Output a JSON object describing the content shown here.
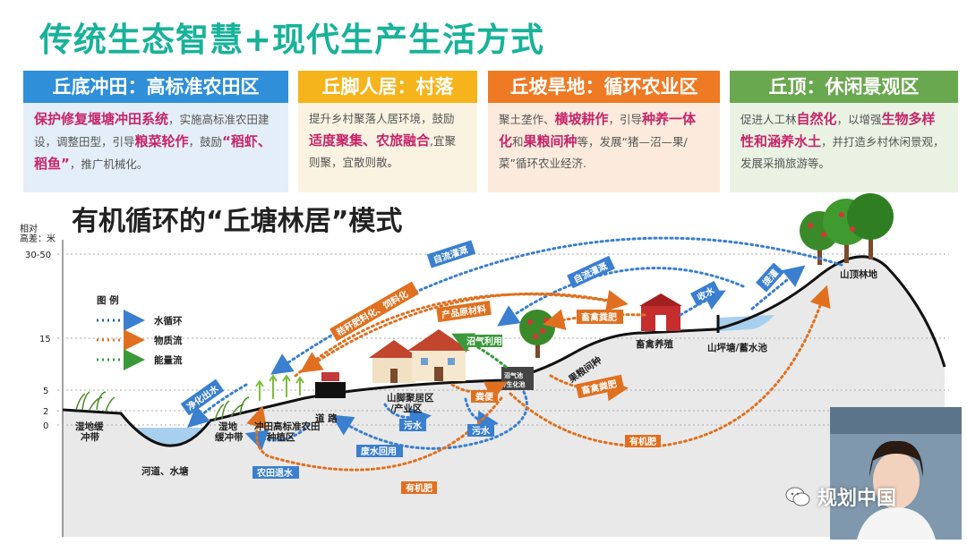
{
  "title": "传统生态智慧+现代生产生活方式",
  "cards": [
    {
      "heading": "丘底冲田：高标准农田区",
      "color": "#2f8fd8",
      "segments": [
        {
          "t": "保护修复堰塘冲田系统",
          "hl": true
        },
        {
          "t": "，实施高标准农田建设，调整田型，引导",
          "hl": false
        },
        {
          "t": "粮菜轮作",
          "hl": true
        },
        {
          "t": "，鼓励",
          "hl": false
        },
        {
          "t": "“稻虾、稻鱼”",
          "hl": true
        },
        {
          "t": "，推广机械化。",
          "hl": false
        }
      ]
    },
    {
      "heading": "丘脚人居：村落",
      "color": "#f5b41c",
      "segments": [
        {
          "t": "提升乡村聚落人居环境，鼓励",
          "hl": false
        },
        {
          "t": "适度聚集、农旅融合",
          "hl": true
        },
        {
          "t": ",宜聚则聚，宜散则散。",
          "hl": false
        }
      ]
    },
    {
      "heading": "丘坡旱地：循环农业区",
      "color": "#ee7a24",
      "segments": [
        {
          "t": "聚土垄作、",
          "hl": false
        },
        {
          "t": "横坡耕作",
          "hl": true
        },
        {
          "t": "，引导",
          "hl": false
        },
        {
          "t": "种养一体化",
          "hl": true
        },
        {
          "t": "和",
          "hl": false
        },
        {
          "t": "果粮间种",
          "hl": true
        },
        {
          "t": "等，发展“猪—沼—果/菜”循环农业经济.",
          "hl": false
        }
      ]
    },
    {
      "heading": "丘顶：休闲景观区",
      "color": "#6aa84f",
      "segments": [
        {
          "t": "促进人工林",
          "hl": false
        },
        {
          "t": "自然化",
          "hl": true
        },
        {
          "t": "，以增强",
          "hl": false
        },
        {
          "t": "生物多样性和涵养水土",
          "hl": true
        },
        {
          "t": "，并打造乡村休闲景观，发展采摘旅游等。",
          "hl": false
        }
      ]
    }
  ],
  "diagram": {
    "title": "有机循环的“丘塘林居”模式",
    "axis": {
      "label_line1": "相对",
      "label_line2": "高差：米",
      "ticks": [
        "30-50",
        "15",
        "5",
        "2",
        "0"
      ]
    },
    "legend": {
      "title": "图  例",
      "items": [
        {
          "label": "水循环",
          "color": "#1e5fa8"
        },
        {
          "label": "物质流",
          "color": "#e07020"
        },
        {
          "label": "能量流",
          "color": "#3a9a3a"
        }
      ]
    },
    "zone_labels": {
      "wetland_left": [
        "湿地缓",
        "冲带"
      ],
      "river": "河道、水塘",
      "wetland_mid": [
        "湿地",
        "缓冲带"
      ],
      "farmland": [
        "冲田高标准农田",
        "种植区"
      ],
      "road": "道 路",
      "village": [
        "山脚聚居区",
        "/产业区"
      ],
      "livestock": "畜禽养殖",
      "pond": "山坪塘/蓄水池",
      "forest": "山顶林地",
      "orchard": "果粮间种"
    },
    "tags": {
      "self_irrigation_1": "自流灌溉",
      "self_irrigation_2": "自流灌溉",
      "water_collect": "收水",
      "lift": "提灌",
      "purify": "净化出水",
      "straw_fertilizer": "秸秆肥料化、饲料化",
      "product_material": "产品原材料",
      "livestock_manure_1": "畜禽粪肥",
      "livestock_manure_2": "畜禽粪肥",
      "biogas_use": "沼气利用",
      "biogas_pool": [
        "沼气池",
        "/生化池"
      ],
      "manure": "粪便",
      "sewage_1": "污水",
      "sewage_2": "污水",
      "wastewater_reuse": "废水回用",
      "field_drain": "农田退水",
      "organic_fertilizer_1": "有机肥",
      "organic_fertilizer_2": "有机肥"
    }
  },
  "watermark": {
    "icon": "wechat-icon",
    "text": "规划中国"
  }
}
